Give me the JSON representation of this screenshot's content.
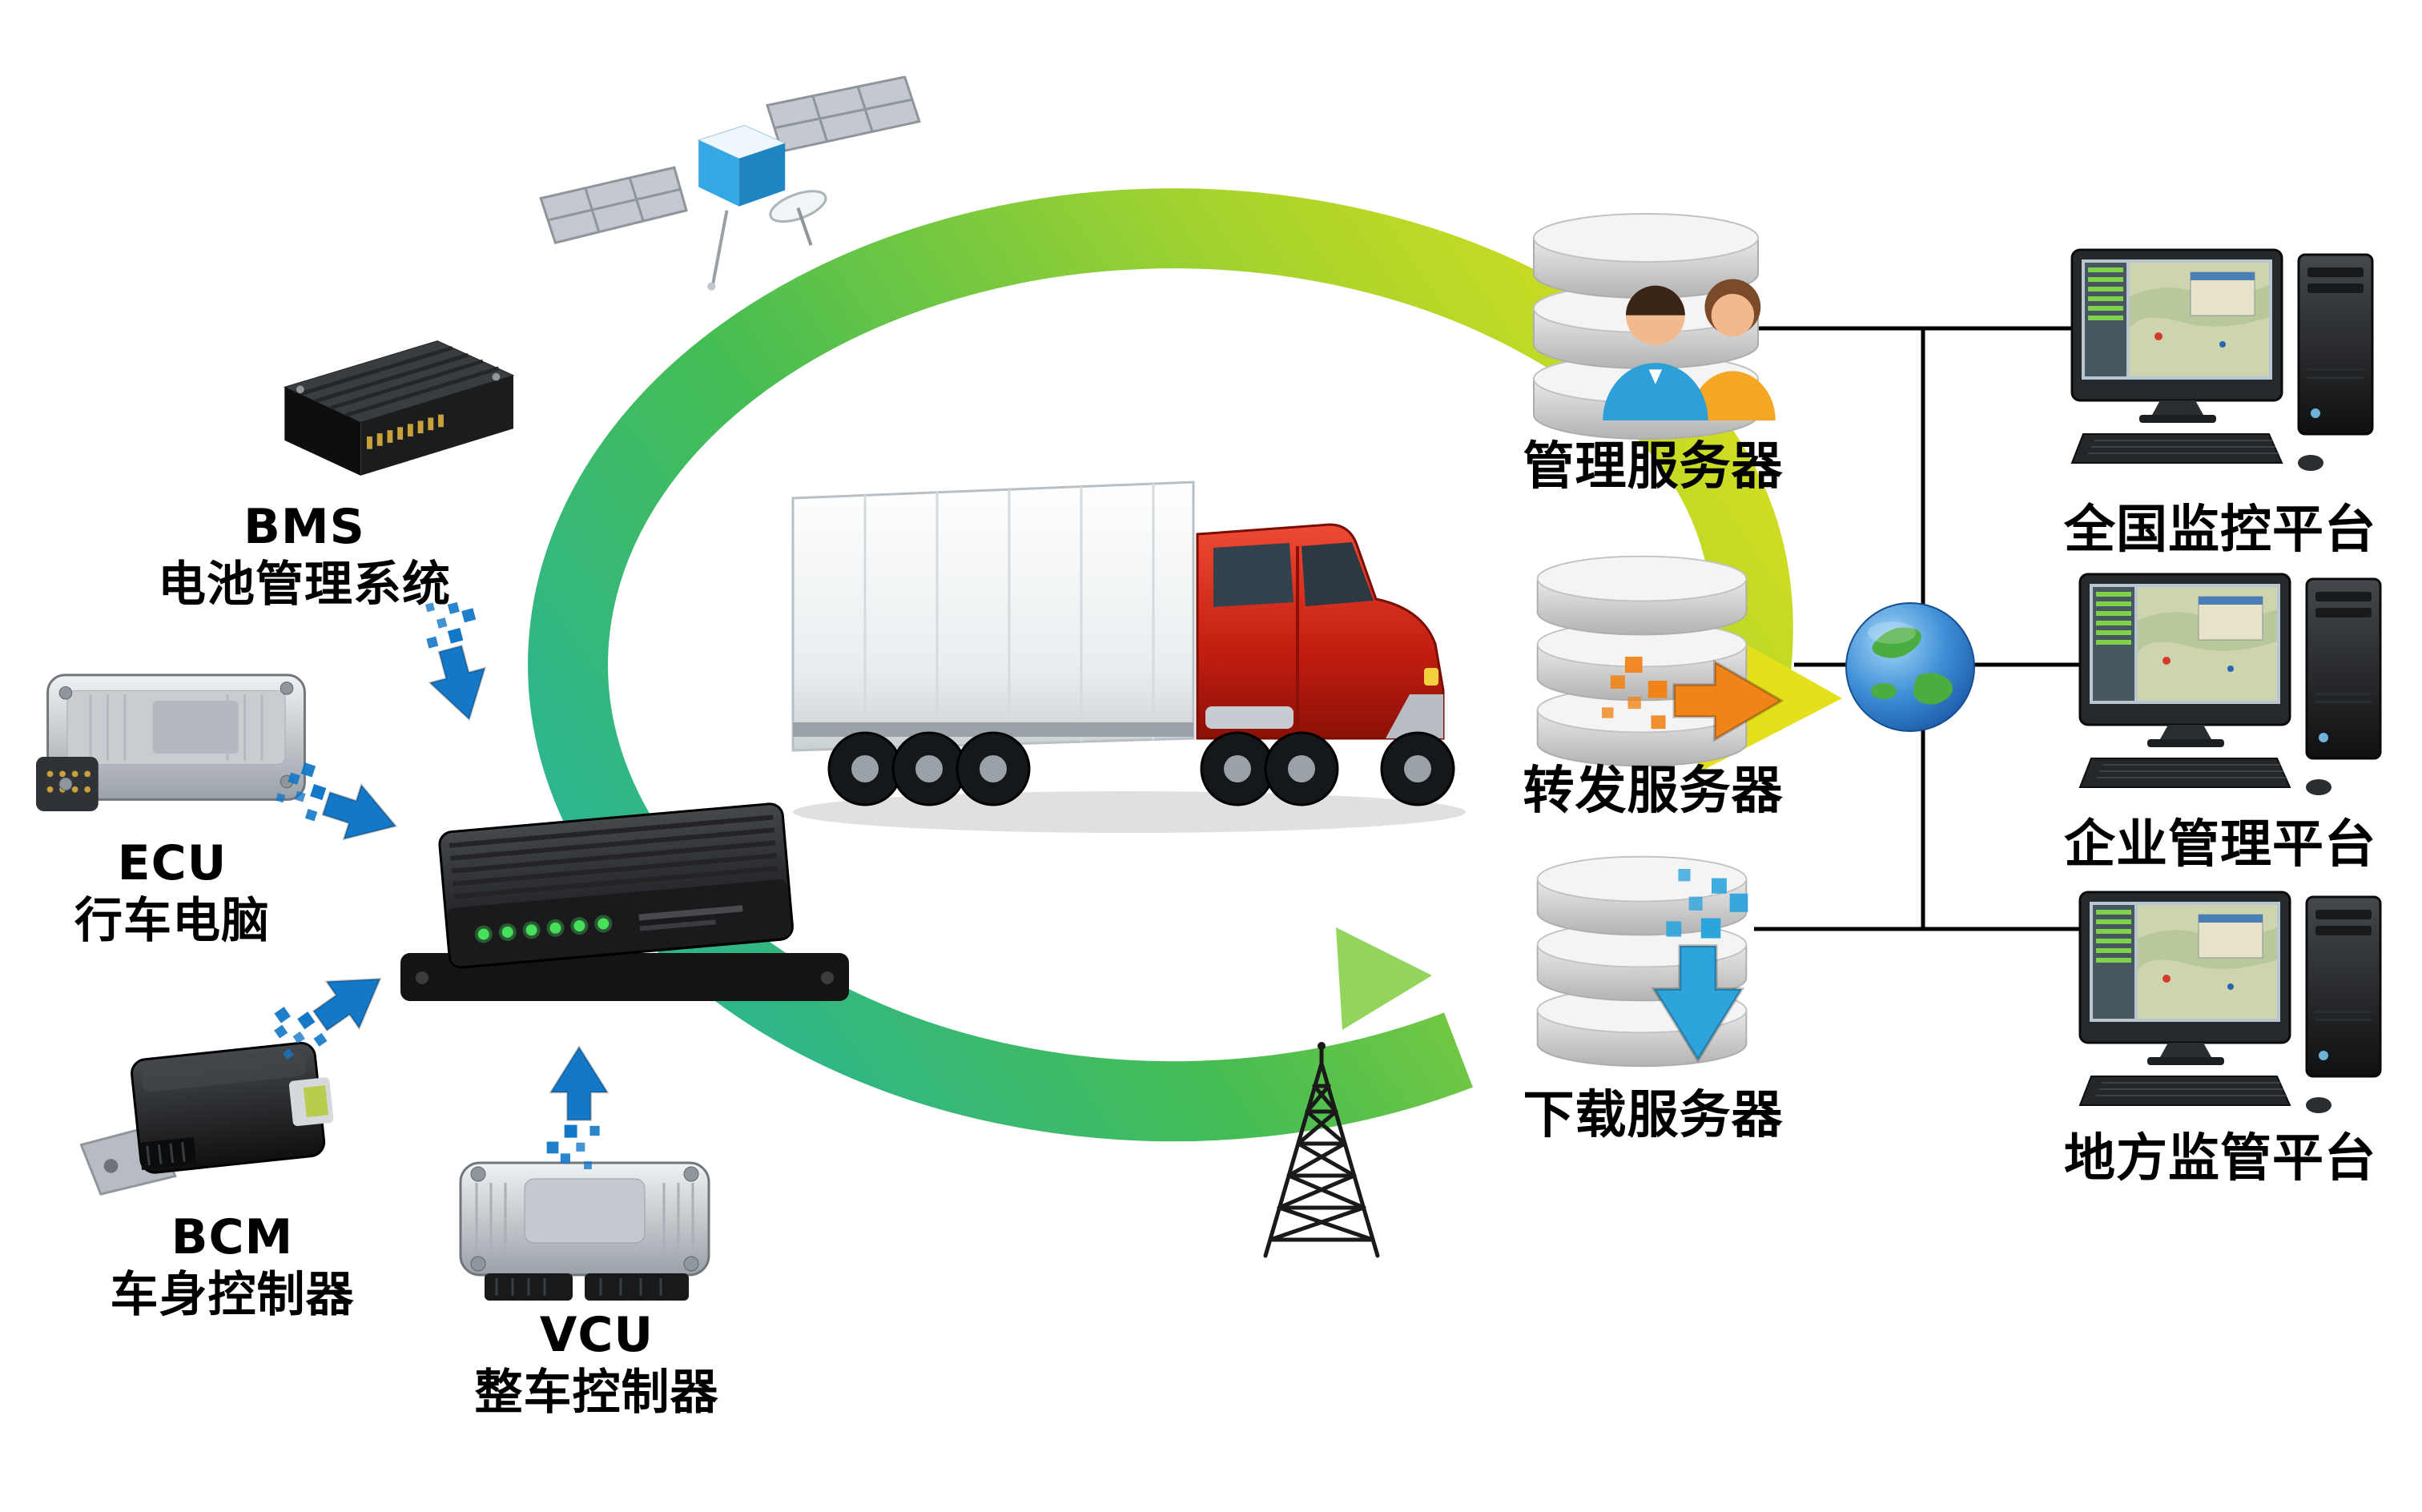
{
  "devices": {
    "bms": {
      "abbr": "BMS",
      "name": "电池管理系统"
    },
    "ecu": {
      "abbr": "ECU",
      "name": "行车电脑"
    },
    "bcm": {
      "abbr": "BCM",
      "name": "车身控制器"
    },
    "vcu": {
      "abbr": "VCU",
      "name": "整车控制器"
    }
  },
  "servers": [
    {
      "id": "management",
      "label": "管理服务器"
    },
    {
      "id": "forward",
      "label": "转发服务器"
    },
    {
      "id": "download",
      "label": "下载服务器"
    }
  ],
  "platforms": [
    {
      "id": "national",
      "label": "全国监控平台"
    },
    {
      "id": "enterprise",
      "label": "企业管理平台"
    },
    {
      "id": "local",
      "label": "地方监管平台"
    }
  ],
  "icons": {
    "satellite": "satellite-icon",
    "truck": "truck-icon",
    "tbox": "telematics-box-icon",
    "bms_module": "bms-module-icon",
    "ecu_module": "ecu-module-icon",
    "bcm_module": "bcm-module-icon",
    "vcu_module": "vcu-module-icon",
    "database": "database-stack-icon",
    "users": "users-icon",
    "forward_arrow": "forward-arrow-icon",
    "download_arrow": "download-arrow-icon",
    "globe": "globe-icon",
    "radio_tower": "radio-tower-icon",
    "workstation": "workstation-icon"
  },
  "colors": {
    "swirl_teal": "#25b3a0",
    "swirl_green": "#46bd53",
    "swirl_lime": "#a9d42c",
    "swirl_yellow": "#e4e11c",
    "arrow_blue": "#1478c8",
    "arrow_orange": "#f08418",
    "arrow_download_blue": "#2da4dc",
    "connector": "#000000",
    "truck_red": "#c21d10"
  }
}
